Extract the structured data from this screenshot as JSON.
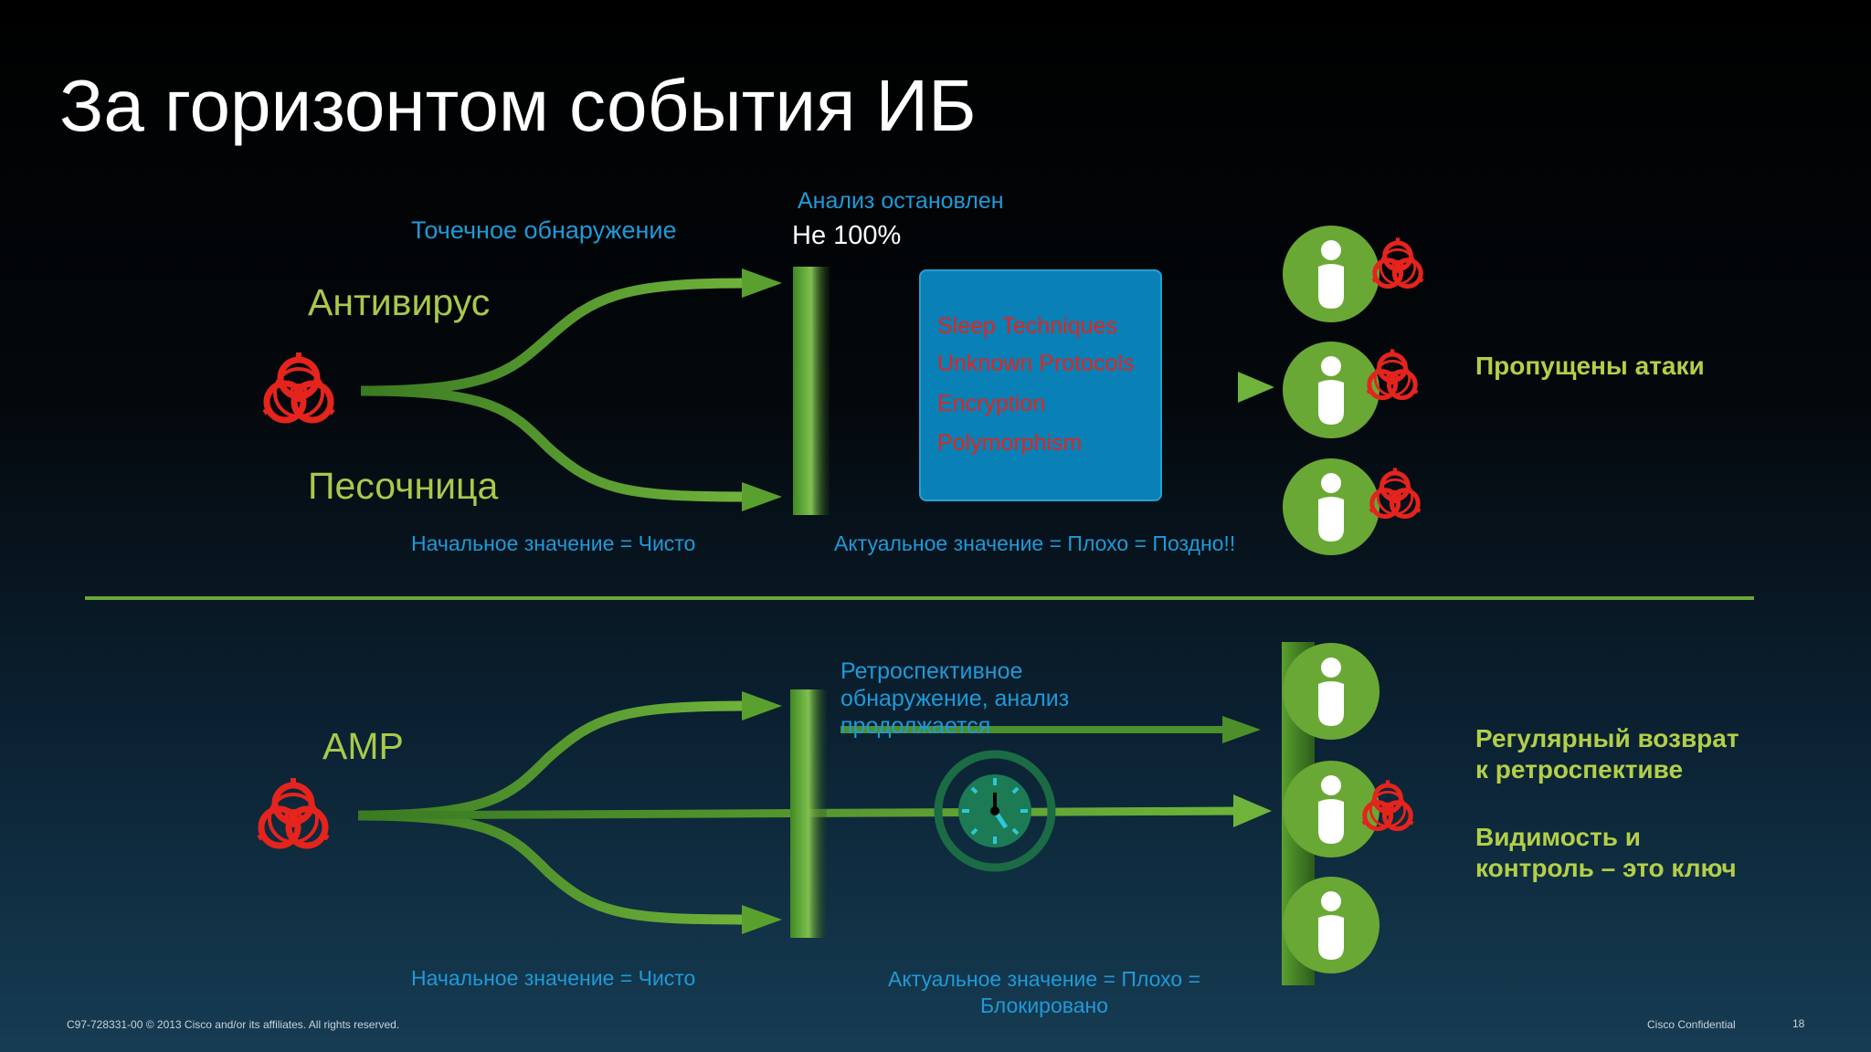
{
  "title": "За горизонтом события ИБ",
  "top": {
    "point_detection": "Точечное обнаружение",
    "antivirus": "Антивирус",
    "sandbox": "Песочница",
    "analysis_stopped": "Анализ остановлен",
    "not_100": "Не 100%",
    "techniques": [
      "Sleep Techniques",
      "Unknown Protocols",
      "Encryption",
      "Polymorphism"
    ],
    "initial_value": "Начальное значение = Чисто",
    "actual_value": "Актуальное значение = Плохо = Поздно!!",
    "missed_attacks": "Пропущены атаки"
  },
  "bottom": {
    "amp": "AMP",
    "retro_lines": [
      "Ретроспективное",
      "обнаружение, анализ",
      "продолжается"
    ],
    "initial_value": "Начальное значение = Чисто",
    "actual_value_lines": [
      "Актуальное значение = Плохо =",
      "Блокировано"
    ],
    "regular_return_lines": [
      "Регулярный возврат",
      "к ретроспективе"
    ],
    "visibility_lines": [
      "Видимость и",
      "контроль – это ключ"
    ]
  },
  "footer": {
    "copyright": "C97-728331-00 © 2013 Cisco and/or its affiliates. All rights reserved.",
    "confidential": "Cisco Confidential",
    "page": "18"
  },
  "colors": {
    "accent_green": "#a8c94b",
    "accent_blue": "#1f9ad8",
    "threat_red": "#e4241d",
    "user_green": "#6aa835"
  },
  "icons": {
    "threat": "biohazard-icon",
    "user": "user-icon",
    "clock": "clock-icon"
  }
}
